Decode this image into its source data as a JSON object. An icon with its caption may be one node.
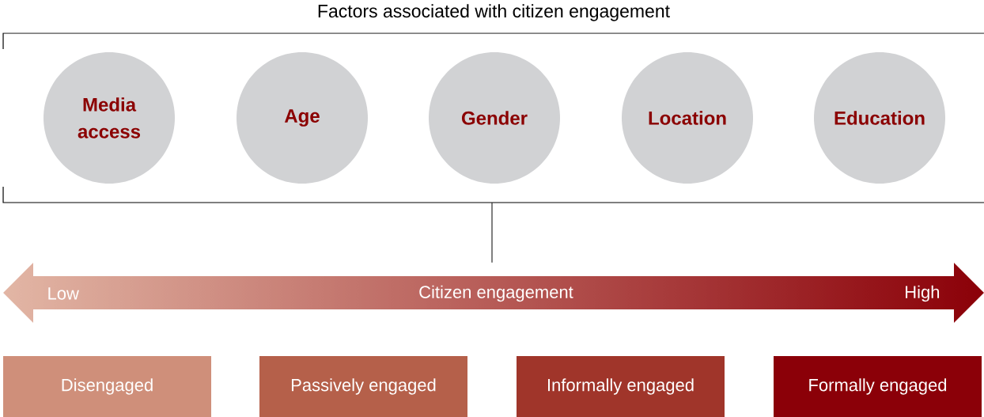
{
  "diagram": {
    "nodes": [
      {
        "text": [
          "Factors associated with citizen engagement"
        ]
      },
      {
        "text": [
          "Media access"
        ],
        "in": 0
      },
      {
        "text": [
          "Age"
        ],
        "in": 0
      },
      {
        "text": [
          "Gender"
        ],
        "in": 0
      },
      {
        "text": [
          "Location"
        ],
        "in": 0
      },
      {
        "text": [
          "Education"
        ],
        "in": 0
      },
      {
        "text": [
          "Low",
          "Citizen engagement",
          "High"
        ]
      },
      {
        "text": [
          "Disengaged"
        ]
      },
      {
        "text": [
          "Passively engaged"
        ]
      },
      {
        "text": [
          "Informally engaged"
        ]
      },
      {
        "text": [
          "Formally engaged"
        ]
      }
    ],
    "edges": [
      {
        "from": 0,
        "to": 6,
        "arrow": "none"
      }
    ]
  }
}
